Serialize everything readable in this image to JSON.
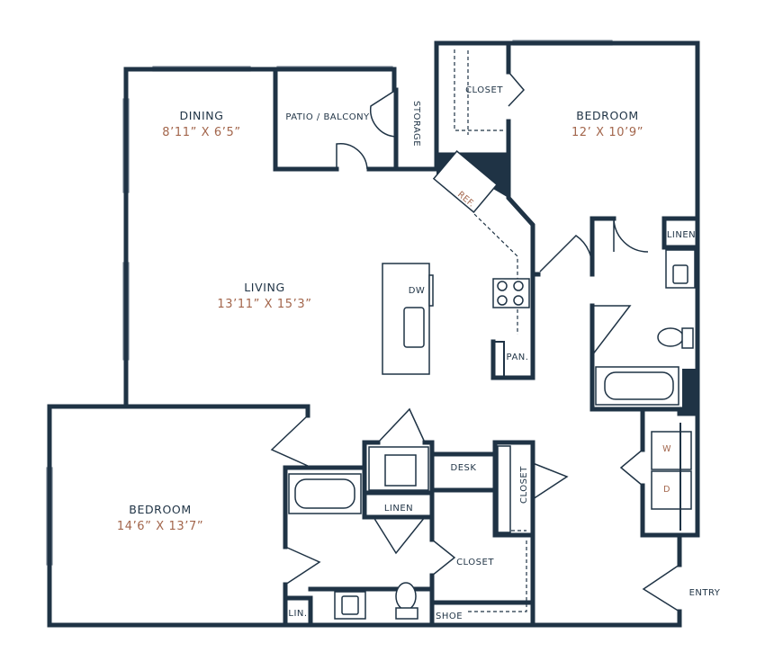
{
  "rooms": {
    "dining": {
      "name": "DINING",
      "size": "8’11” X 6’5”"
    },
    "living": {
      "name": "LIVING",
      "size": "13’11” X 15’3”"
    },
    "bedroom_right": {
      "name": "BEDROOM",
      "size": "12’ X 10’9”"
    },
    "bedroom_left": {
      "name": "BEDROOM",
      "size": "14’6” X 13’7”"
    },
    "patio": {
      "name": "PATIO / BALCONY"
    }
  },
  "labels": {
    "storage": "STORAGE",
    "closet_top": "CLOSET",
    "ref": "REF.",
    "dw": "DW",
    "pantry": "PAN.",
    "linen_right": "LINEN",
    "washer": "W",
    "dryer": "D",
    "desk": "DESK",
    "closet_vertical": "CLOSET",
    "linen_mid": "LINEN",
    "closet_bottom": "CLOSET",
    "lin": "LIN.",
    "shoe": "SHOE",
    "entry": "ENTRY"
  }
}
